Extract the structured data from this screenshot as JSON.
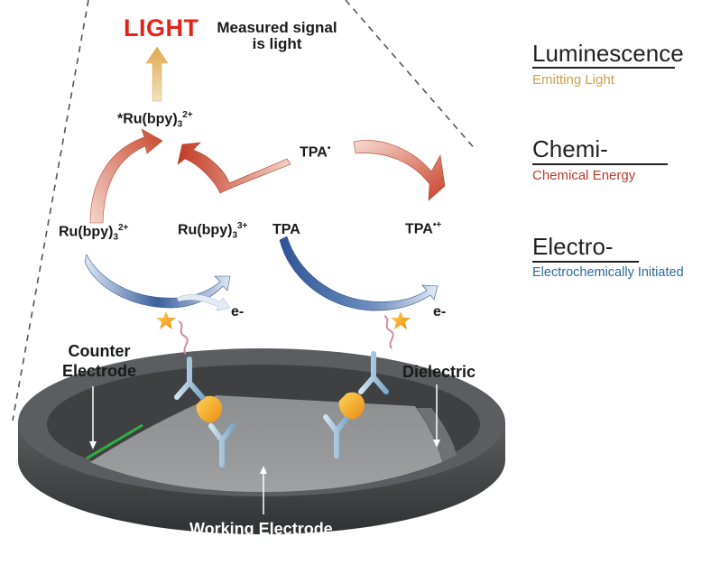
{
  "top": {
    "light": "LIGHT",
    "measured_line1": "Measured signal",
    "measured_line2": "is light"
  },
  "molecules": {
    "excited_prefix": "*Ru(bpy)",
    "excited_sub": "3",
    "excited_sup": "2+",
    "ground_prefix": "Ru(bpy)",
    "ground_sub": "3",
    "ground_sup": "2+",
    "oxidized_prefix": "Ru(bpy)",
    "oxidized_sub": "3",
    "oxidized_sup": "3+",
    "tpa_radical": "TPA",
    "tpa_radical_sup": "•",
    "tpa": "TPA",
    "tpa_cation": "TPA",
    "tpa_cation_sup": "•+",
    "electron_left": "e-",
    "electron_right": "e-"
  },
  "electrode": {
    "counter_line1": "Counter",
    "counter_line2": "Electrode",
    "dielectric": "Dielectric",
    "working": "Working Electrode"
  },
  "side_labels": [
    {
      "title": "Luminescence",
      "subtitle": "Emitting Light",
      "color": "#c9a24b"
    },
    {
      "title": "Chemi-",
      "subtitle": "Chemical Energy",
      "color": "#c0392b"
    },
    {
      "title": "Electro-",
      "subtitle": "Electrochemically Initiated",
      "color": "#2c6a9a"
    }
  ]
}
